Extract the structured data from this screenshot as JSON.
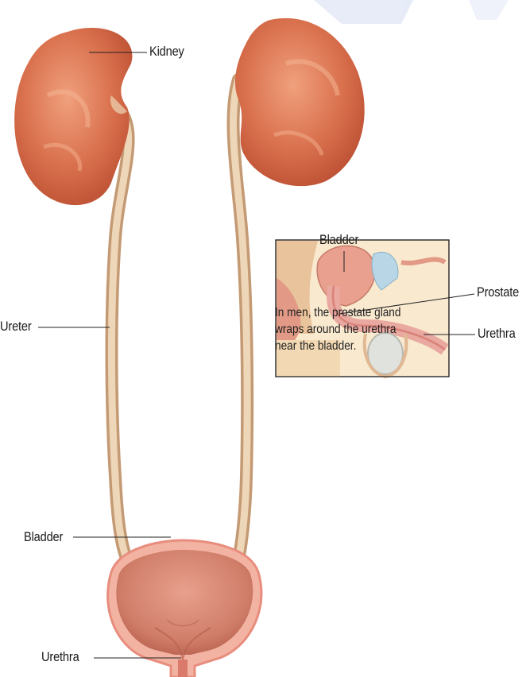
{
  "labels": {
    "kidney": "Kidney",
    "ureter": "Ureter",
    "bladder_main": "Bladder",
    "urethra_main": "Urethra",
    "bladder_inset": "Bladder",
    "prostate": "Prostate",
    "urethra_inset": "Urethra"
  },
  "caption": {
    "line1": "In men, the prostate gland",
    "line2": "wraps around the urethra",
    "line3": "near the bladder."
  }
}
